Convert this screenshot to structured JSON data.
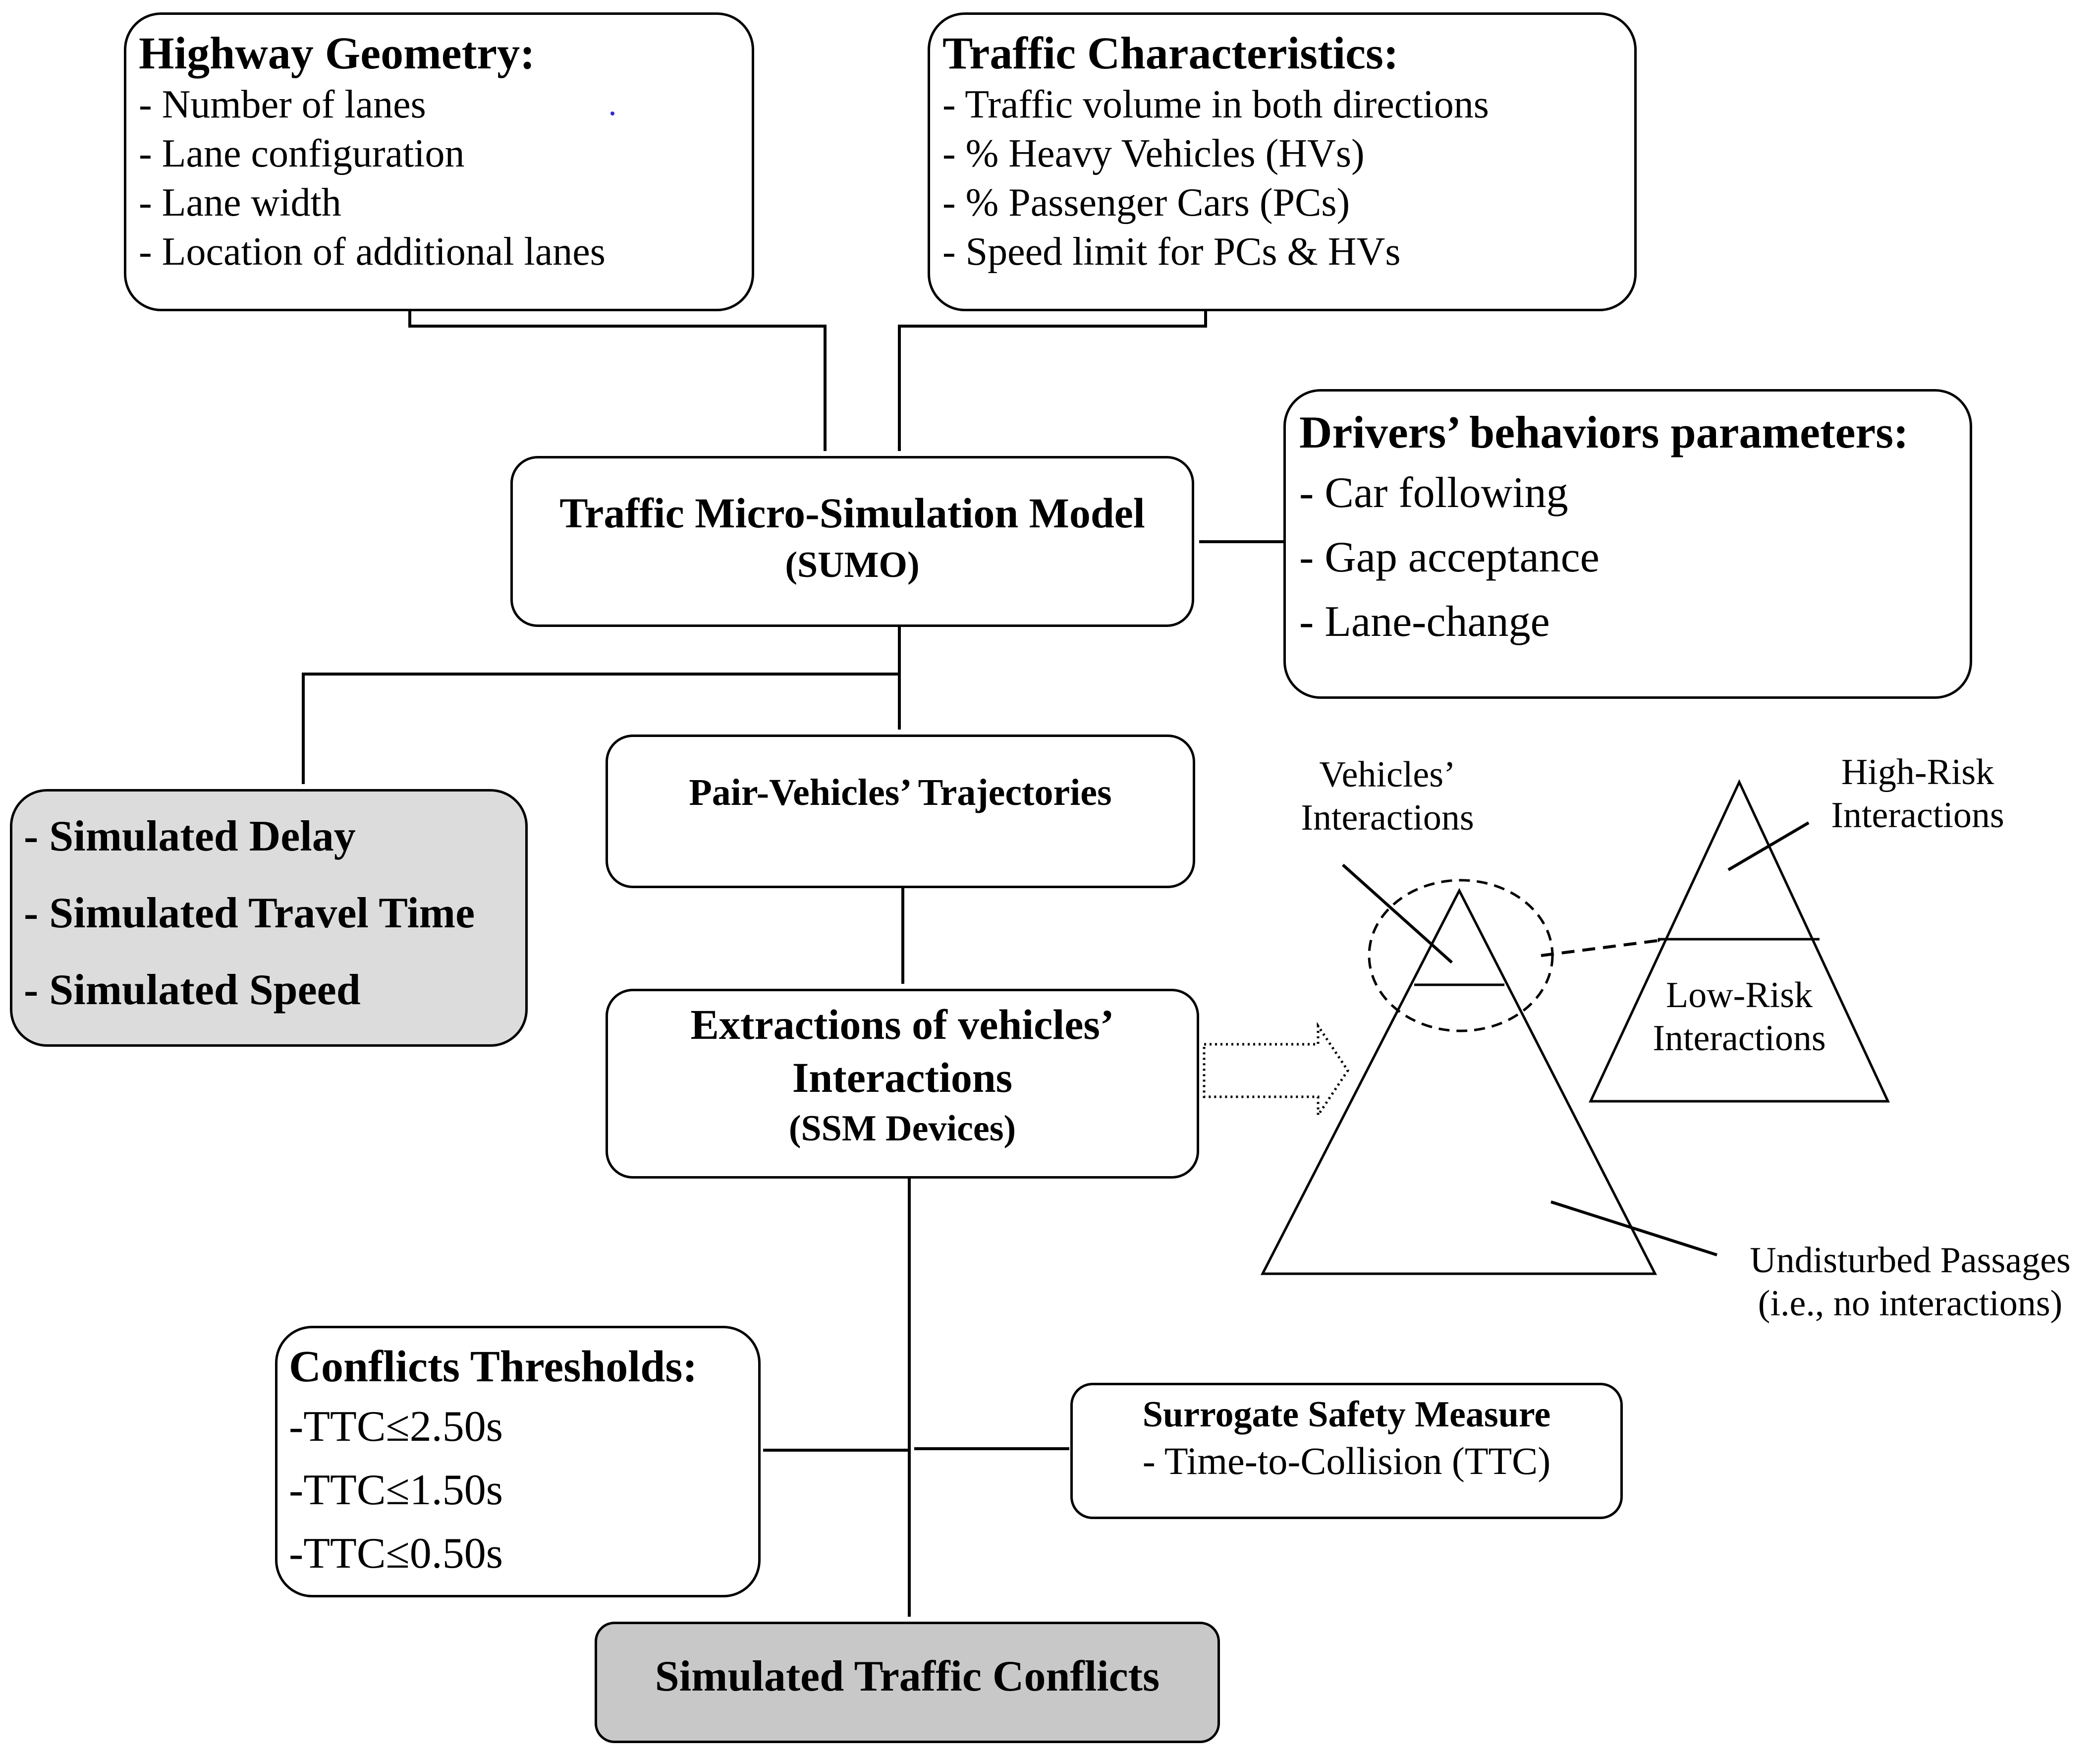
{
  "accent_color": "#2b2bd6",
  "highway_geometry": {
    "title": "Highway Geometry:",
    "items": [
      "- Number of lanes",
      "- Lane configuration",
      "- Lane width",
      "- Location of additional lanes"
    ]
  },
  "traffic_characteristics": {
    "title": "Traffic Characteristics:",
    "items": [
      "- Traffic volume in both directions",
      "- % Heavy Vehicles (HVs)",
      "- % Passenger Cars (PCs)",
      "- Speed limit for PCs & HVs"
    ]
  },
  "simulation_model": {
    "title": "Traffic Micro-Simulation Model",
    "subtitle": "(SUMO)"
  },
  "drivers_behaviors": {
    "title": "Drivers’ behaviors parameters:",
    "items": [
      "- Car following",
      "- Gap acceptance",
      "- Lane-change"
    ]
  },
  "simulated_outputs": {
    "items": [
      "- Simulated Delay",
      "- Simulated Travel Time",
      "- Simulated Speed"
    ]
  },
  "trajectories": {
    "title": "Pair-Vehicles’ Trajectories"
  },
  "extractions": {
    "line1": "Extractions of vehicles’",
    "line2": "Interactions",
    "subtitle": "(SSM Devices)"
  },
  "pyramid": {
    "vehicles_interactions": [
      "Vehicles’",
      "Interactions"
    ],
    "high_risk": [
      "High-Risk",
      "Interactions"
    ],
    "low_risk": [
      "Low-Risk",
      "Interactions"
    ],
    "undisturbed": [
      "Undisturbed Passages",
      "(i.e., no interactions)"
    ]
  },
  "conflicts_thresholds": {
    "title": "Conflicts Thresholds:",
    "items": [
      "-TTC≤2.50s",
      "-TTC≤1.50s",
      "-TTC≤0.50s"
    ]
  },
  "surrogate_measure": {
    "title": "Surrogate Safety Measure",
    "item": "- Time-to-Collision (TTC)"
  },
  "simulated_conflicts": {
    "title": "Simulated Traffic Conflicts"
  }
}
